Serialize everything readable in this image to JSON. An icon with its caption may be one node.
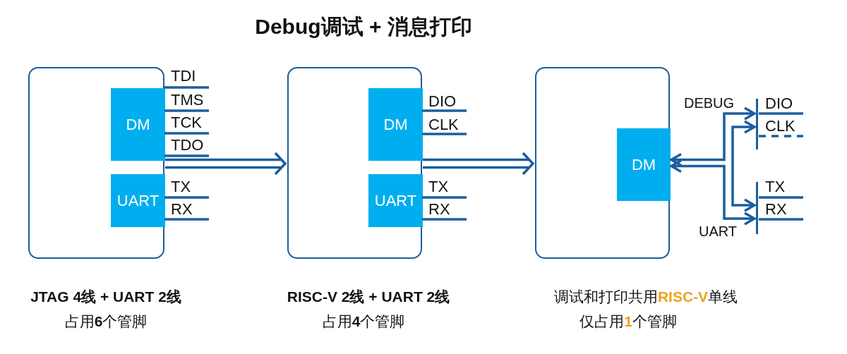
{
  "diagram": {
    "title": "Debug调试 + 消息打印",
    "nodes": [
      {
        "text": [],
        "shape": "box",
        "beside": [
          "JTAG 4线 + UART 2线",
          "占用**6**个管脚"
        ]
      },
      {
        "text": [
          "DM"
        ],
        "in": 0,
        "beside": [
          "TDI",
          "TMS",
          "TCK",
          "TDO"
        ]
      },
      {
        "text": [
          "UART"
        ],
        "in": 0,
        "beside": [
          "TX",
          "RX"
        ]
      },
      {
        "text": [],
        "shape": "box",
        "beside": [
          "RISC-V 2线 + UART 2线",
          "占用**4**个管脚"
        ]
      },
      {
        "text": [
          "DM"
        ],
        "in": 3,
        "beside": [
          "DIO",
          "CLK"
        ]
      },
      {
        "text": [
          "UART"
        ],
        "in": 3,
        "beside": [
          "TX",
          "RX"
        ]
      },
      {
        "text": [],
        "shape": "box",
        "beside": [
          "调试和打印共用**RISC-V**单线",
          "仅占用**1**个管脚"
        ]
      },
      {
        "text": [
          "DM"
        ],
        "in": 6
      },
      {
        "text": [],
        "shape": "bar",
        "beside": [
          "DIO",
          "CLK"
        ]
      },
      {
        "text": [],
        "shape": "bar",
        "beside": [
          "TX",
          "RX"
        ]
      }
    ],
    "edges": [
      {
        "from": 0,
        "to": 3,
        "arrow": "to"
      },
      {
        "from": 3,
        "to": 6,
        "arrow": "to"
      },
      {
        "from": 7,
        "to": 8,
        "arrow": "both",
        "label": "DEBUG"
      },
      {
        "from": 7,
        "to": 9,
        "arrow": "both",
        "label": "UART"
      },
      {
        "from": 8,
        "to": 9,
        "arrow": "both"
      }
    ]
  }
}
